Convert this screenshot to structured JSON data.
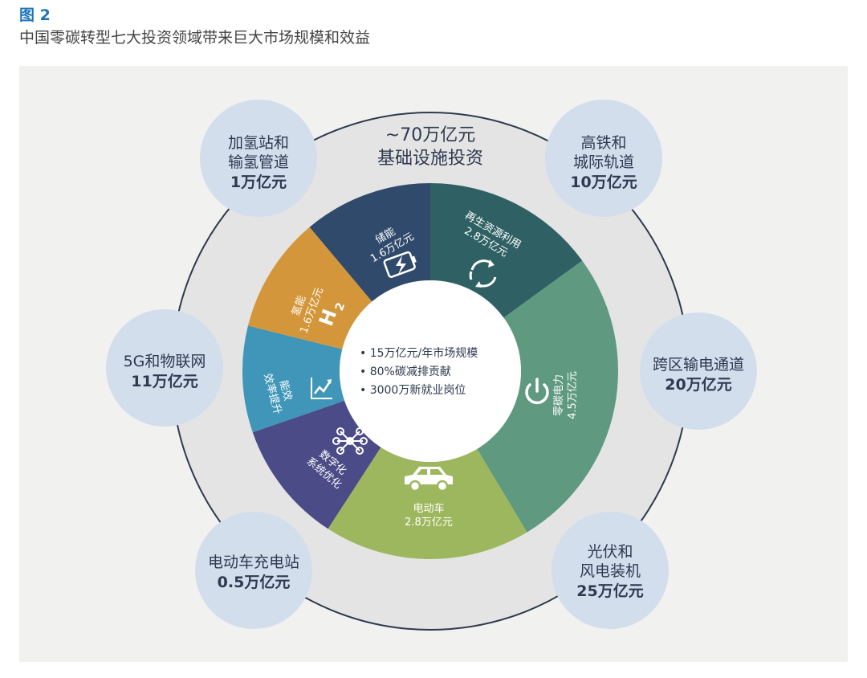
{
  "figure": {
    "label": "图 2",
    "title": "中国零碳转型七大投资领域带来巨大市场规模和效益"
  },
  "ring_title": {
    "line1": "~70万亿元",
    "line2": "基础设施投资"
  },
  "center_bullets": [
    "• 15万亿元/年市场规模",
    "• 80%碳减排贡献",
    "• 3000万新就业岗位"
  ],
  "segments": [
    {
      "name": "储能",
      "value": "1.6万亿元",
      "icon": "battery-charge-icon",
      "color": "#2f4a6b"
    },
    {
      "name": "再生资源利用",
      "value": "2.8万亿元",
      "icon": "recycle-icon",
      "color": "#2f6164"
    },
    {
      "name": "零碳电力",
      "value": "4.5万亿元",
      "icon": "power-icon",
      "color": "#5f9a80"
    },
    {
      "name": "电动车",
      "value": "2.8万亿元",
      "icon": "car-icon",
      "color": "#9db75e"
    },
    {
      "name": "数字化",
      "value": "系统优化",
      "icon": "network-icon",
      "color": "#4a4b87"
    },
    {
      "name": "能效",
      "value": "效率提升",
      "icon": "trend-chart-icon",
      "color": "#3f96b8"
    },
    {
      "name": "氢能",
      "value": "1.6万亿元",
      "icon": "hydrogen-icon",
      "color": "#d3963a"
    }
  ],
  "bubbles": [
    {
      "lines": [
        "加氢站和",
        "输氢管道"
      ],
      "value": "1万亿元"
    },
    {
      "lines": [
        "高铁和",
        "城际轨道"
      ],
      "value": "10万亿元"
    },
    {
      "lines": [
        "5G和物联网"
      ],
      "value": "11万亿元"
    },
    {
      "lines": [
        "跨区输电通道"
      ],
      "value": "20万亿元"
    },
    {
      "lines": [
        "电动车充电站"
      ],
      "value": "0.5万亿元"
    },
    {
      "lines": [
        "光伏和",
        "风电装机"
      ],
      "value": "25万亿元"
    }
  ],
  "colors": {
    "bubble_fill": "#d2deec",
    "outer_ring": "#e4e4e4",
    "outer_ring_stroke": "#2e3a4f",
    "panel_bg": "#f1f1f0",
    "label_blue": "#1e74b8"
  }
}
